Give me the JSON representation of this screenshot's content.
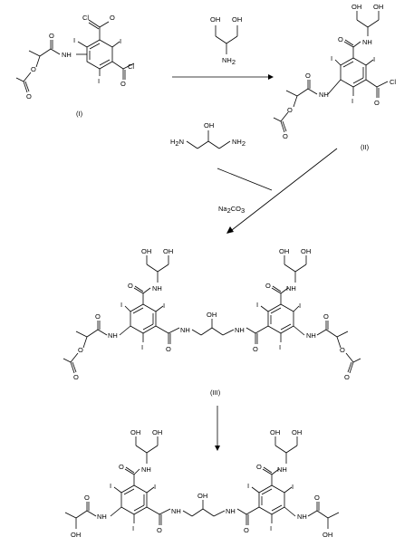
{
  "compound_labels": {
    "I": "(I)",
    "II": "(II)",
    "III": "(III)"
  },
  "reagents": {
    "serinol": {
      "oh_a": "OH",
      "oh_b": "OH",
      "nh2": "NH",
      "nh2_sub": "2"
    },
    "triamine": {
      "h2n_left": "H",
      "h2n_left_sub": "2",
      "h2n_left_n": "N",
      "oh": "OH",
      "nh2_right": "NH",
      "nh2_right_sub": "2"
    },
    "base": {
      "na2co3": "Na",
      "sub2": "2",
      "co": "CO",
      "sub3": "3"
    }
  },
  "atoms": {
    "cl": "Cl",
    "i": "I",
    "o": "O",
    "nh": "NH",
    "oh": "OH"
  }
}
